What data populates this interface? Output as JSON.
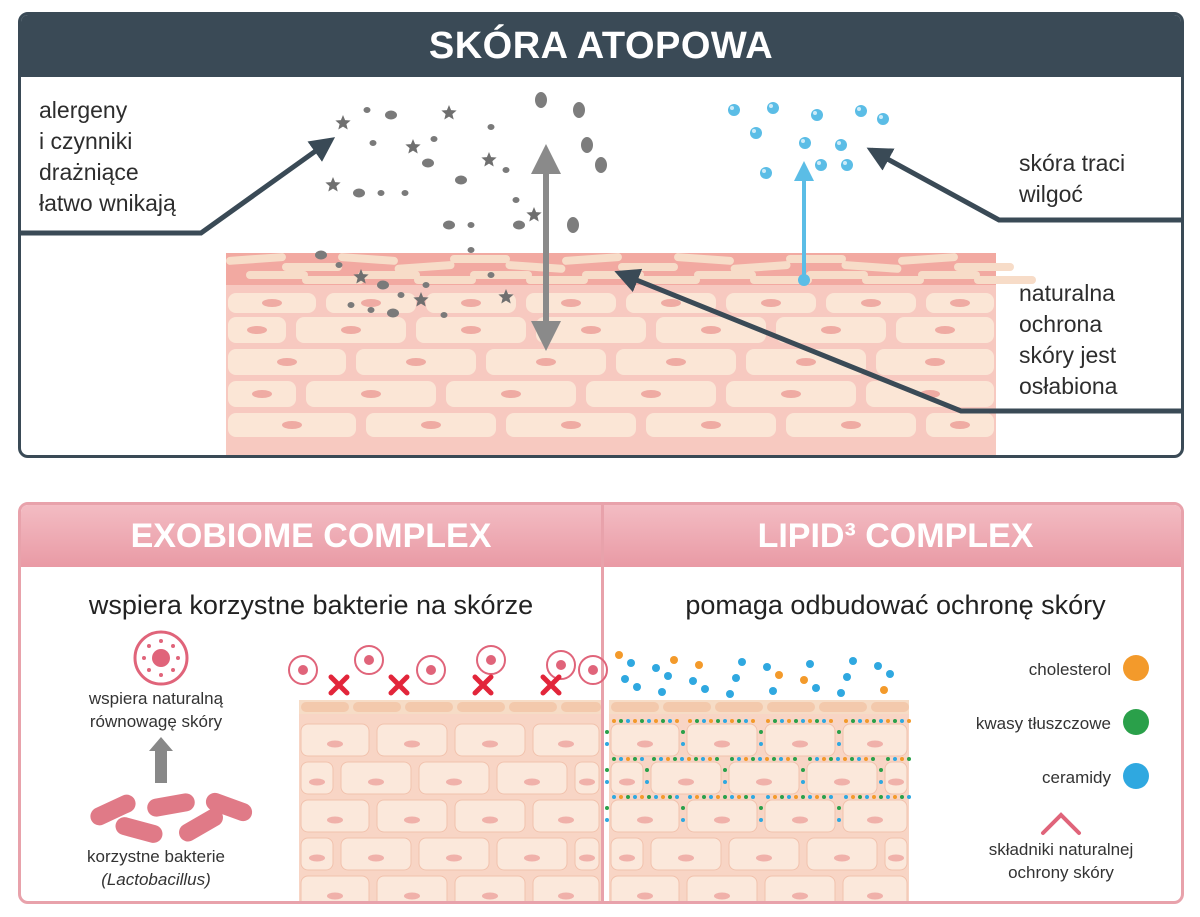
{
  "top": {
    "title": "SKÓRA ATOPOWA",
    "label_allergens": [
      "alergeny",
      "i czynniki",
      "drażniące",
      "łatwo wnikają"
    ],
    "label_moisture": [
      "skóra traci",
      "wilgoć"
    ],
    "label_protection": [
      "naturalna",
      "ochrona",
      "skóry jest",
      "osłabiona"
    ]
  },
  "left_panel": {
    "title": "EXOBIOME COMPLEX",
    "subtitle": "wspiera korzystne bakterie na skórze",
    "balance_label": [
      "wspiera naturalną",
      "równowagę skóry"
    ],
    "bacteria_label": "korzystne bakterie",
    "bacteria_species": "(Lactobacillus)"
  },
  "right_panel": {
    "title": "LIPID³ COMPLEX",
    "subtitle": "pomaga odbudować ochronę skóry",
    "legend": [
      {
        "label": "cholesterol",
        "color": "#f39a2b"
      },
      {
        "label": "kwasy tłuszczowe",
        "color": "#2aa04a"
      },
      {
        "label": "ceramidy",
        "color": "#2fa8e0"
      }
    ],
    "footnote": [
      "składniki naturalnej",
      "ochrony skóry"
    ]
  },
  "colors": {
    "dark": "#3a4a56",
    "pink_border": "#e8a2ab",
    "skin_red": "#e57a7a",
    "cell": "#fbe6d6",
    "water": "#5bbde6",
    "particle": "#7a7a7a"
  }
}
